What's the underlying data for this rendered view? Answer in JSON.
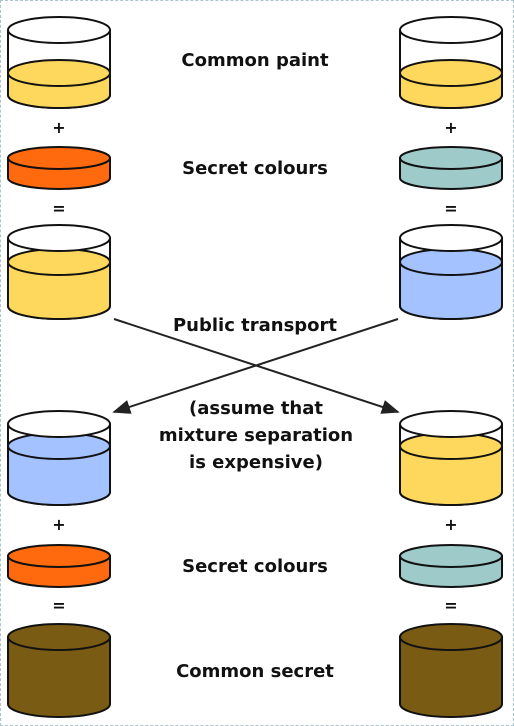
{
  "labels": {
    "common_paint": "Common paint",
    "secret_colours_top": "Secret colours",
    "public_transport": "Public transport",
    "note_line1": "(assume that",
    "note_line2": "mixture separation",
    "note_line3": "is expensive)",
    "secret_colours_bottom": "Secret colours",
    "common_secret": "Common secret"
  },
  "operators": {
    "plus": "+",
    "equals": "="
  },
  "colors": {
    "common_paint": "#fdd85c",
    "secret_left": "#ff6a0f",
    "secret_right": "#9ecaca",
    "public_left": "#fdd85c",
    "public_right": "#a4c2ff",
    "common_secret": "#7a5b14",
    "outline": "#111111",
    "cup_inner": "#ffffff"
  }
}
